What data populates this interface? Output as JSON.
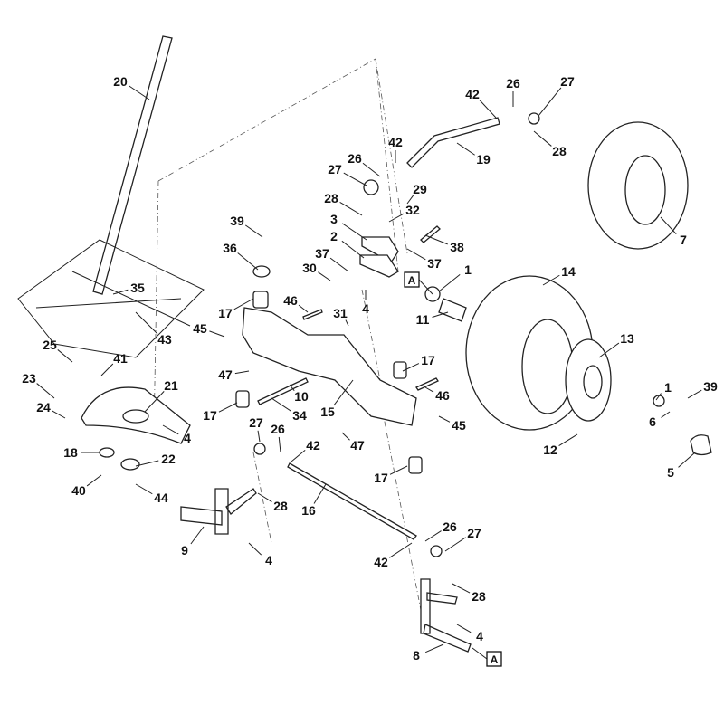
{
  "diagram": {
    "callouts": [
      "20",
      "42",
      "26",
      "27",
      "28",
      "19",
      "42",
      "26",
      "27",
      "29",
      "28",
      "32",
      "3",
      "38",
      "39",
      "2",
      "37",
      "37",
      "30",
      "36",
      "1",
      "14",
      "7",
      "35",
      "4",
      "46",
      "31",
      "11",
      "13",
      "17",
      "45",
      "43",
      "25",
      "41",
      "23",
      "21",
      "17",
      "46",
      "47",
      "10",
      "1",
      "39",
      "24",
      "17",
      "34",
      "15",
      "45",
      "4",
      "6",
      "12",
      "27",
      "26",
      "42",
      "47",
      "18",
      "22",
      "5",
      "40",
      "44",
      "17",
      "28",
      "16",
      "26",
      "27",
      "9",
      "4",
      "42",
      "28",
      "4",
      "8"
    ],
    "reference_marks": [
      "A",
      "A"
    ]
  }
}
